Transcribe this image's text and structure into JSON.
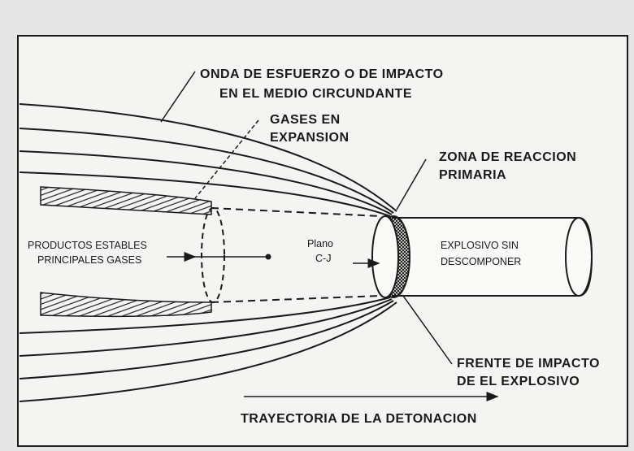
{
  "labels": {
    "stress_wave_line1": "ONDA DE ESFUERZO O DE IMPACTO",
    "stress_wave_line2": "EN EL MEDIO CIRCUNDANTE",
    "gases_line1": "GASES EN",
    "gases_line2": "EXPANSION",
    "reaction_line1": "ZONA DE REACCION",
    "reaction_line2": "PRIMARIA",
    "products_line1": "PRODUCTOS ESTABLES",
    "products_line2": "PRINCIPALES GASES",
    "plane_line1": "Plano",
    "plane_line2": "C-J",
    "unreacted_line1": "EXPLOSIVO SIN",
    "unreacted_line2": "DESCOMPONER",
    "front_line1": "FRENTE DE IMPACTO",
    "front_line2": "DE EL EXPLOSIVO",
    "trajectory": "TRAYECTORIA DE LA DETONACION"
  },
  "colors": {
    "background": "#e6e6e6",
    "panel": "#f4f4f2",
    "ink": "#1a1a1a"
  }
}
